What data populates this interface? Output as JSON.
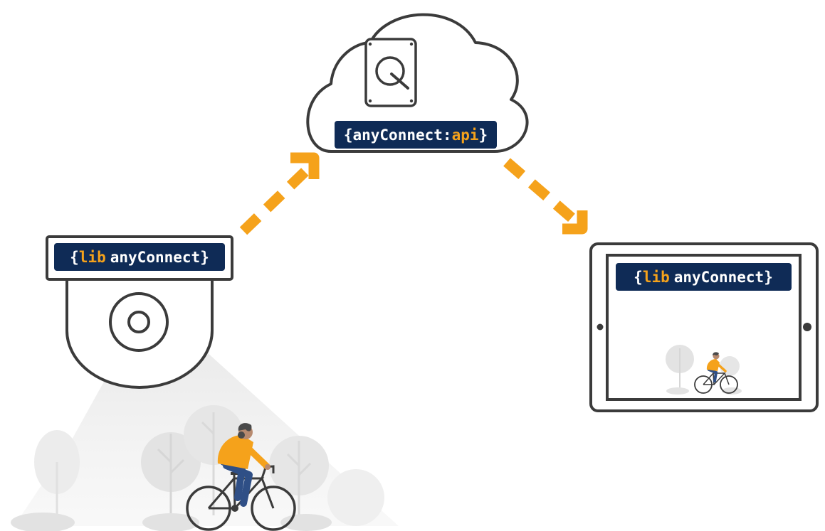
{
  "colors": {
    "outline": "#3b3b3b",
    "label_bg": "#0f2b56",
    "label_text": "#ffffff",
    "accent": "#f5a21b",
    "beam": "#e9e9e9",
    "tree": "#e2e2e2",
    "jeans": "#2f4f86",
    "skin": "#b78a6f",
    "hair": "#4a4a4a"
  },
  "cloud": {
    "label": {
      "open": "{",
      "main": "anyConnect:",
      "accent": "api",
      "close": "}"
    },
    "icon": "hard-drive-icon"
  },
  "camera": {
    "label": {
      "open": "{",
      "accent": "lib",
      "main": "anyConnect",
      "close": "}"
    },
    "icon": "security-camera-icon"
  },
  "tablet": {
    "label": {
      "open": "{",
      "accent": "lib",
      "main": "anyConnect",
      "close": "}"
    },
    "icon": "tablet-icon"
  },
  "scene": {
    "subject": "cyclist-illustration"
  }
}
